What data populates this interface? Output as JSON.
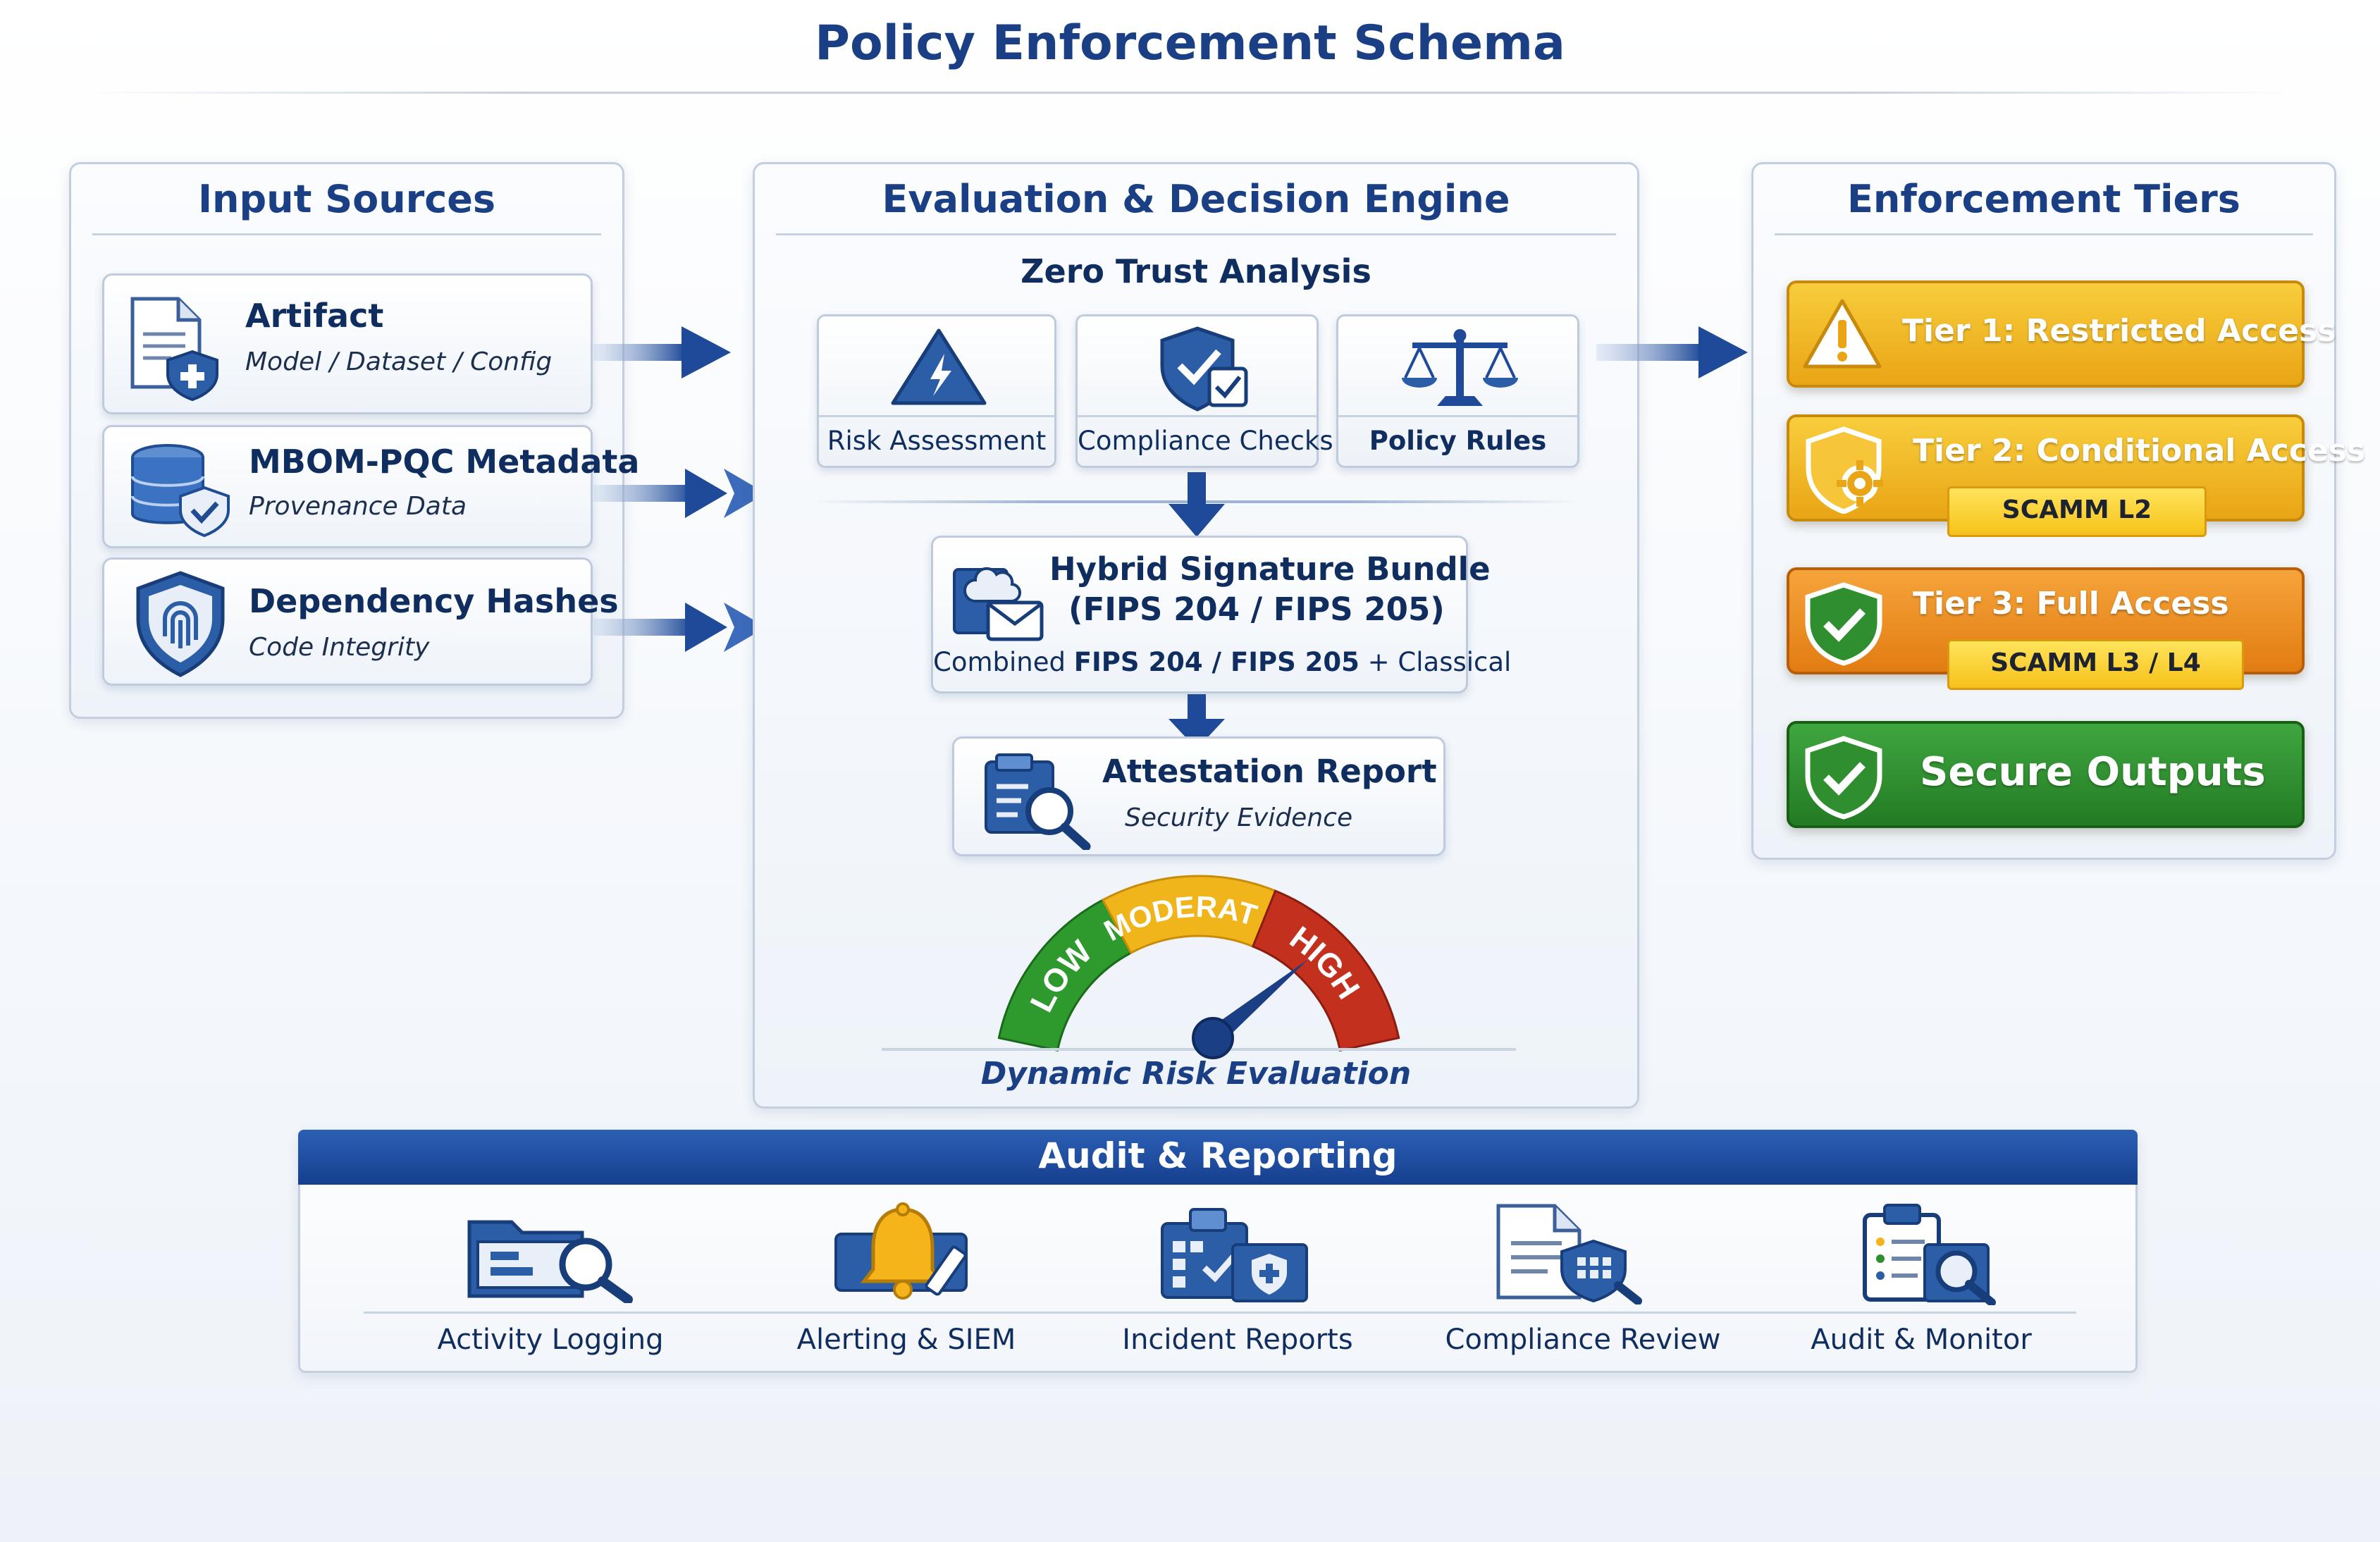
{
  "title": "Policy Enforcement Schema",
  "input_sources": {
    "heading": "Input Sources",
    "items": [
      {
        "title": "Artifact",
        "subtitle": "Model / Dataset / Config",
        "icon": "document-shield-icon"
      },
      {
        "title": "MBOM-PQC Metadata",
        "subtitle": "Provenance Data",
        "icon": "database-shield-icon"
      },
      {
        "title": "Dependency Hashes",
        "subtitle": "Code Integrity",
        "icon": "fingerprint-shield-icon"
      }
    ]
  },
  "engine": {
    "heading": "Evaluation & Decision Engine",
    "subheading": "Zero Trust Analysis",
    "checks": [
      {
        "label": "Risk Assessment",
        "icon": "warning-triangle-icon"
      },
      {
        "label": "Compliance Checks",
        "icon": "shield-check-icon"
      },
      {
        "label": "Policy Rules",
        "icon": "scales-icon"
      }
    ],
    "signature": {
      "title_line1": "Hybrid Signature Bundle",
      "title_line2": "(FIPS 204 / FIPS 205)",
      "detail_prefix": "Combined ",
      "detail_bold": "FIPS 204 / FIPS 205",
      "detail_suffix": " + Classical",
      "icon": "cloud-mail-icon"
    },
    "attestation": {
      "title": "Attestation Report",
      "subtitle": "Security Evidence",
      "icon": "report-magnifier-icon"
    },
    "gauge": {
      "segments": [
        "LOW",
        "MODERATE",
        "HIGH"
      ],
      "caption": "Dynamic Risk Evaluation",
      "level_fraction": 0.78,
      "colors": {
        "low": "#2e9a2e",
        "moderate": "#f1b51c",
        "high": "#c4301e",
        "needle": "#1a3f85"
      }
    }
  },
  "tiers": {
    "heading": "Enforcement Tiers",
    "items": [
      {
        "label": "Tier 1: Restricted Access",
        "badge": "",
        "icon": "warning-icon",
        "color": "#efb21b"
      },
      {
        "label": "Tier 2: Conditional Access",
        "badge": "SCAMM L2",
        "icon": "shield-gear-icon",
        "color": "#efb21b"
      },
      {
        "label": "Tier 3: Full Access",
        "badge": "SCAMM L3 / L4",
        "icon": "shield-check-icon",
        "color": "#ec8a16"
      },
      {
        "label": "Secure Outputs",
        "badge": "",
        "icon": "shield-check-icon",
        "color": "#2f8f2f"
      }
    ]
  },
  "audit": {
    "heading": "Audit & Reporting",
    "items": [
      {
        "label": "Activity Logging",
        "icon": "folder-magnifier-icon"
      },
      {
        "label": "Alerting & SIEM",
        "icon": "bell-icon"
      },
      {
        "label": "Incident Reports",
        "icon": "calendar-shield-icon"
      },
      {
        "label": "Compliance Review",
        "icon": "document-shield-icon"
      },
      {
        "label": "Audit & Monitor",
        "icon": "clipboard-magnifier-icon"
      }
    ]
  }
}
